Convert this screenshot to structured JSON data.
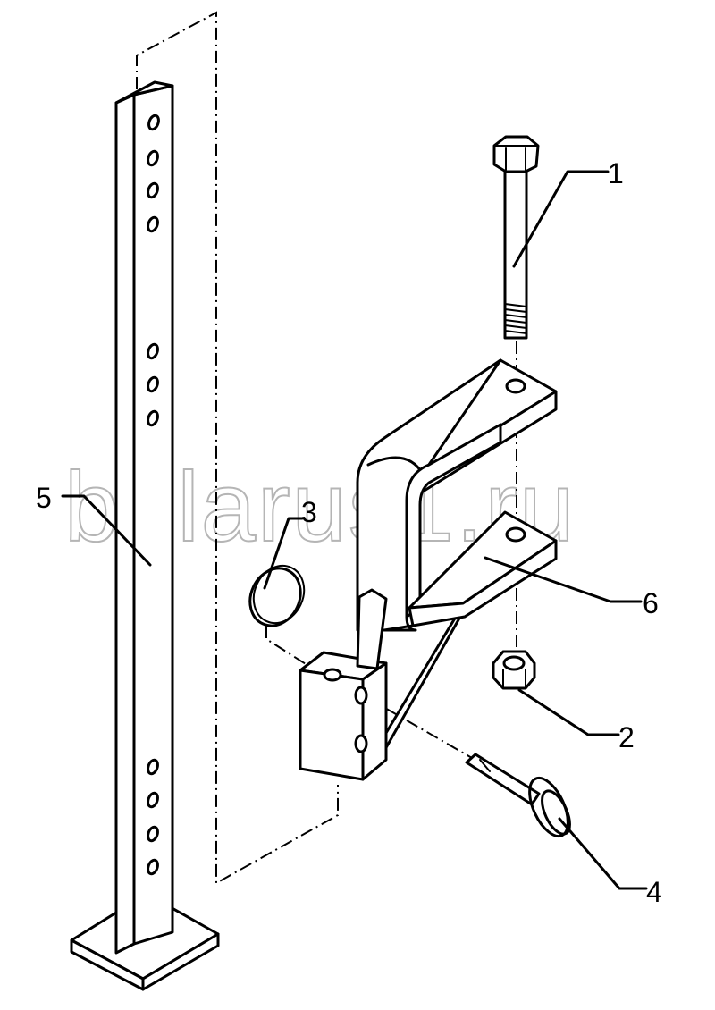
{
  "watermark": "belarus1.ru",
  "callouts": [
    {
      "number": "1",
      "part": "bolt"
    },
    {
      "number": "2",
      "part": "nut"
    },
    {
      "number": "3",
      "part": "spring-ring"
    },
    {
      "number": "4",
      "part": "lock-pin"
    },
    {
      "number": "5",
      "part": "stand-post"
    },
    {
      "number": "6",
      "part": "u-bracket"
    }
  ]
}
